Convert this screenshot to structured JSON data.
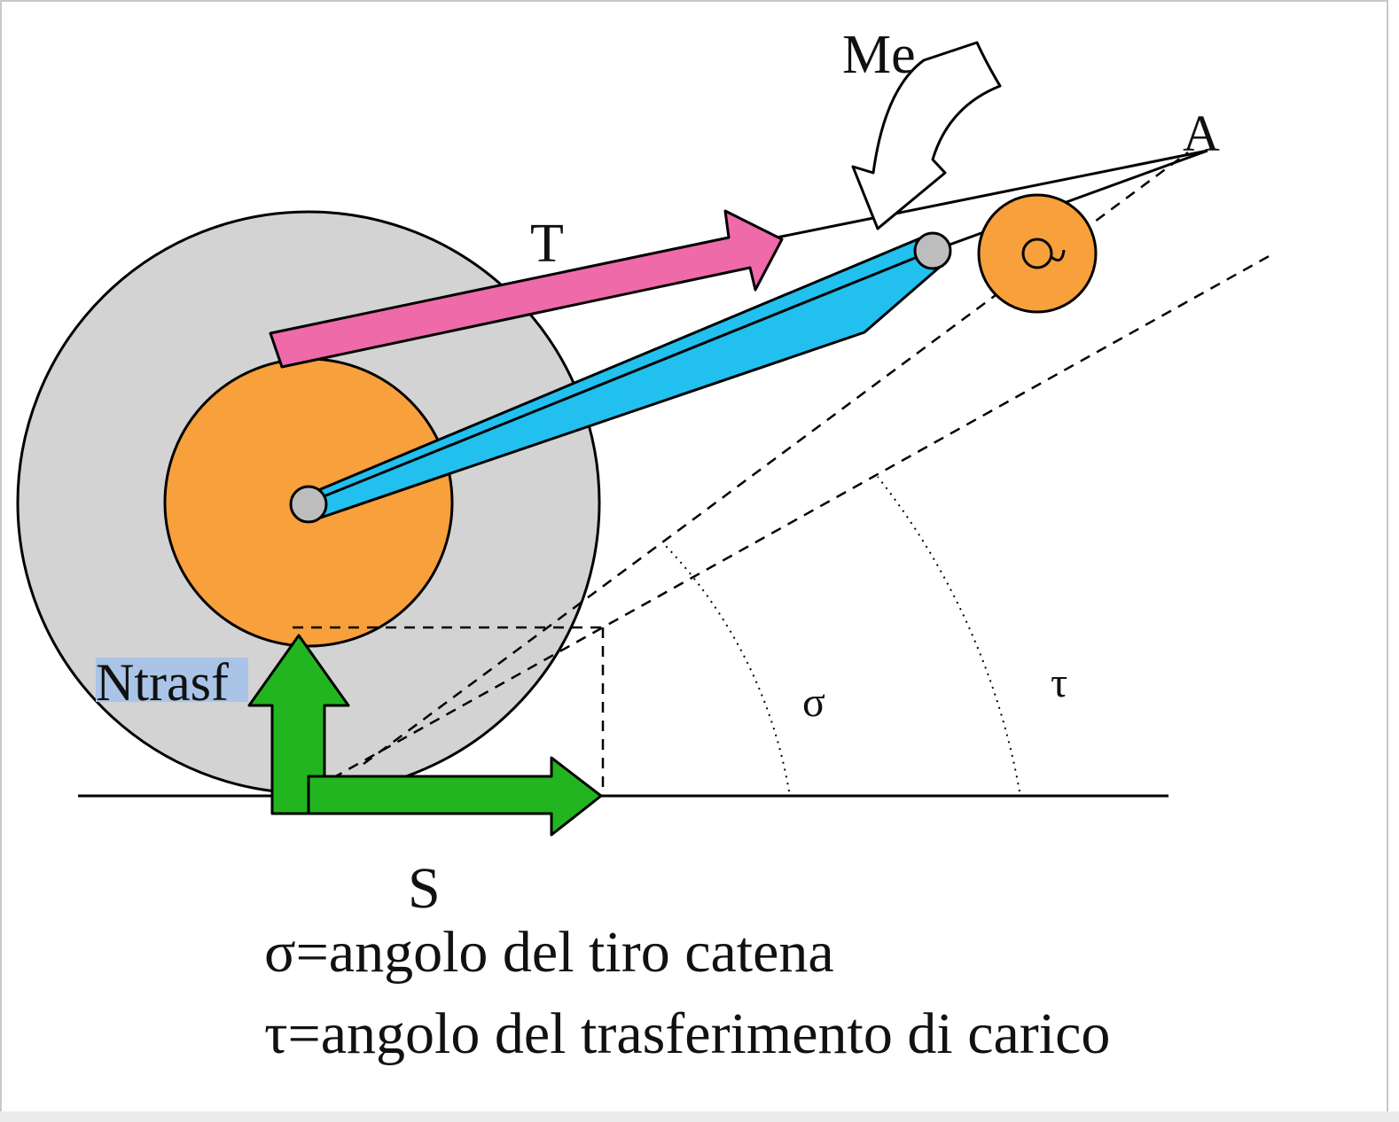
{
  "labels": {
    "me": "Me",
    "a": "A",
    "t": "T",
    "ntrasf": "Ntrasf",
    "sigma": "σ",
    "tau": "τ",
    "s": "S"
  },
  "captions": {
    "line1": "σ=angolo del tiro catena",
    "line2": "τ=angolo del trasferimento di carico"
  },
  "colors": {
    "wheel": "#d3d3d3",
    "sprocket": "#f7a03c",
    "swingarm": "#22c0ee",
    "chain_force": "#ef6aa9",
    "reaction_force": "#22b51f",
    "highlight": "#a9c4e6"
  }
}
